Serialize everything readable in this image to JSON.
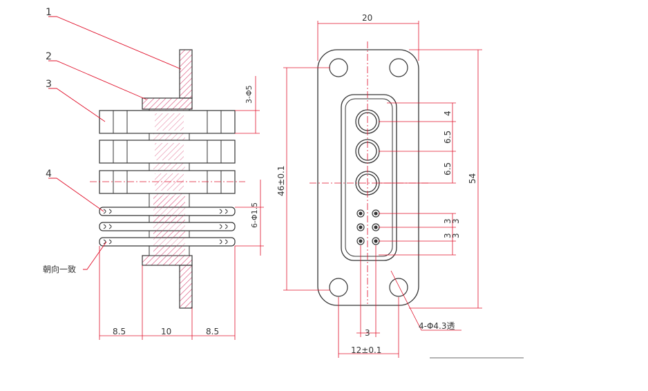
{
  "callouts": {
    "part1": "1",
    "part2": "2",
    "part3": "3",
    "part4": "4",
    "orientation_note": "朝向一致"
  },
  "side_view": {
    "bore_spec": "3-Φ5",
    "pin_spec": "6-Φ1.5",
    "dim_left": "8.5",
    "dim_center": "10",
    "dim_right": "8.5"
  },
  "front_view": {
    "width": "20",
    "height": "54",
    "hole_spacing": "46±0.1",
    "pitch_a": "4",
    "pitch_b": "6.5",
    "pitch_c": "6.5",
    "small_pitch_a": "3",
    "small_pitch_b": "3",
    "small_pitch_c": "3",
    "small_pitch_d": "3",
    "bottom_small": "3",
    "bottom_width": "12±0.1",
    "mount_holes": "4-Φ4.3透"
  },
  "colors": {
    "line": "#333333",
    "dimension": "#e0102a",
    "hatch": "#d63a6a",
    "center": "#e0102a"
  }
}
